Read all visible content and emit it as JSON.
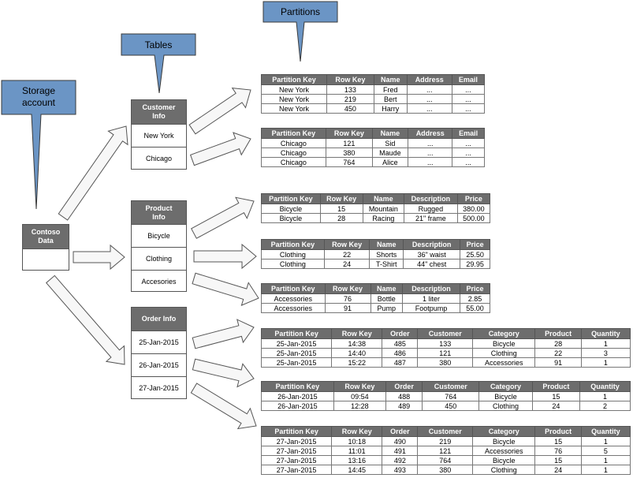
{
  "callouts": {
    "storage": [
      "Storage",
      "account"
    ],
    "tables": "Tables",
    "partitions": "Partitions"
  },
  "colors": {
    "callout": "#6b95c5",
    "header": "#6d6d6d"
  },
  "storage_box": {
    "title": "Contoso Data"
  },
  "table_boxes": {
    "customer": {
      "title": "Customer Info",
      "rows": [
        "New York",
        "Chicago"
      ]
    },
    "product": {
      "title": "Product Info",
      "rows": [
        "Bicycle",
        "Clothing",
        "Accesories"
      ]
    },
    "order": {
      "title": "Order Info",
      "rows": [
        "25-Jan-2015",
        "26-Jan-2015",
        "27-Jan-2015"
      ]
    }
  },
  "partitions": {
    "ny": {
      "headers": [
        "Partition Key",
        "Row Key",
        "Name",
        "Address",
        "Email"
      ],
      "rows": [
        [
          "New York",
          "133",
          "Fred",
          "...",
          "..."
        ],
        [
          "New York",
          "219",
          "Bert",
          "...",
          "..."
        ],
        [
          "New York",
          "450",
          "Harry",
          "...",
          "..."
        ]
      ]
    },
    "chi": {
      "headers": [
        "Partition Key",
        "Row Key",
        "Name",
        "Address",
        "Email"
      ],
      "rows": [
        [
          "Chicago",
          "121",
          "Sid",
          "...",
          "..."
        ],
        [
          "Chicago",
          "380",
          "Maude",
          "...",
          "..."
        ],
        [
          "Chicago",
          "764",
          "Alice",
          "...",
          "..."
        ]
      ]
    },
    "bike": {
      "headers": [
        "Partition Key",
        "Row Key",
        "Name",
        "Description",
        "Price"
      ],
      "rows": [
        [
          "Bicycle",
          "15",
          "Mountain",
          "Rugged",
          "380.00"
        ],
        [
          "Bicycle",
          "28",
          "Racing",
          "21\" frame",
          "500.00"
        ]
      ]
    },
    "cloth": {
      "headers": [
        "Partition Key",
        "Row Key",
        "Name",
        "Description",
        "Price"
      ],
      "rows": [
        [
          "Clothing",
          "22",
          "Shorts",
          "36\" waist",
          "25.50"
        ],
        [
          "Clothing",
          "24",
          "T-Shirt",
          "44\" chest",
          "29.95"
        ]
      ]
    },
    "acc": {
      "headers": [
        "Partition Key",
        "Row Key",
        "Name",
        "Description",
        "Price"
      ],
      "rows": [
        [
          "Accessories",
          "76",
          "Bottle",
          "1 liter",
          "2.85"
        ],
        [
          "Accessories",
          "91",
          "Pump",
          "Footpump",
          "55.00"
        ]
      ]
    },
    "o25": {
      "headers": [
        "Partition Key",
        "Row Key",
        "Order",
        "Customer",
        "Category",
        "Product",
        "Quantity"
      ],
      "rows": [
        [
          "25-Jan-2015",
          "14:38",
          "485",
          "133",
          "Bicycle",
          "28",
          "1"
        ],
        [
          "25-Jan-2015",
          "14:40",
          "486",
          "121",
          "Clothing",
          "22",
          "3"
        ],
        [
          "25-Jan-2015",
          "15:22",
          "487",
          "380",
          "Accessories",
          "91",
          "1"
        ]
      ]
    },
    "o26": {
      "headers": [
        "Partition Key",
        "Row Key",
        "Order",
        "Customer",
        "Category",
        "Product",
        "Quantity"
      ],
      "rows": [
        [
          "26-Jan-2015",
          "09:54",
          "488",
          "764",
          "Bicycle",
          "15",
          "1"
        ],
        [
          "26-Jan-2015",
          "12:28",
          "489",
          "450",
          "Clothing",
          "24",
          "2"
        ]
      ]
    },
    "o27": {
      "headers": [
        "Partition Key",
        "Row Key",
        "Order",
        "Customer",
        "Category",
        "Product",
        "Quantity"
      ],
      "rows": [
        [
          "27-Jan-2015",
          "10:18",
          "490",
          "219",
          "Bicycle",
          "15",
          "1"
        ],
        [
          "27-Jan-2015",
          "11:01",
          "491",
          "121",
          "Accessories",
          "76",
          "5"
        ],
        [
          "27-Jan-2015",
          "13:16",
          "492",
          "764",
          "Bicycle",
          "15",
          "1"
        ],
        [
          "27-Jan-2015",
          "14:45",
          "493",
          "380",
          "Clothing",
          "24",
          "1"
        ]
      ]
    }
  }
}
